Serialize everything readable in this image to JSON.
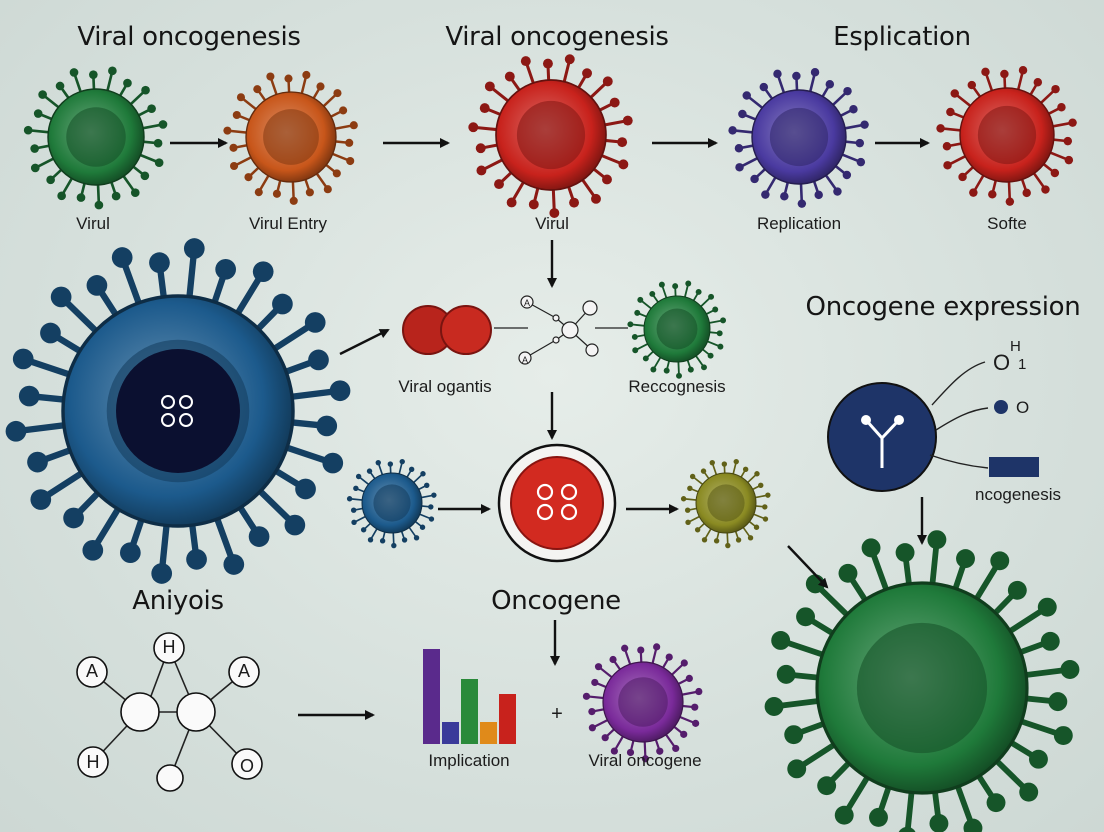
{
  "headings": {
    "top_left": "Viral oncogenesis",
    "top_middle": "Viral oncogenesis",
    "top_right": "Esplication",
    "oncogene_expression": "Oncogene expression",
    "aniyois": "Aniyois",
    "oncogene": "Oncogene"
  },
  "labels": {
    "virul_1": "Virul",
    "virul_entry": "Virul Entry",
    "virul_2": "Virul",
    "replication": "Replication",
    "softe": "Softe",
    "viral_ogantis": "Viral ogantis",
    "reccognesis": "Reccognesis",
    "implication": "Implication",
    "viral_oncogene": "Viral oncogene",
    "ncogenesis": "ncogenesis",
    "plus": "+"
  },
  "molecule_letters": {
    "small_a1": "A",
    "small_a2": "A",
    "aniyois_a_left": "A",
    "aniyois_h_top": "H",
    "aniyois_a_right": "A",
    "aniyois_h_bottom": "H",
    "aniyois_o": "O"
  },
  "expression_legend": {
    "o_label": "O",
    "h_label": "H",
    "one_label": "1",
    "dot_label": "O"
  },
  "bar_values": [
    0.95,
    0.22,
    0.65,
    0.22,
    0.5
  ],
  "colors": {
    "green": "#1f7a3a",
    "orange": "#c8561a",
    "red": "#c8221c",
    "purple_blue": "#4a3aa0",
    "blue": "#1c5a8c",
    "navy": "#1e3468",
    "olive": "#8a8a22",
    "violet": "#7a2a9a",
    "bar_colors": [
      "#5a2a8c",
      "#3a3a9a",
      "#2a8a3a",
      "#e08a1a",
      "#c8221c"
    ]
  }
}
